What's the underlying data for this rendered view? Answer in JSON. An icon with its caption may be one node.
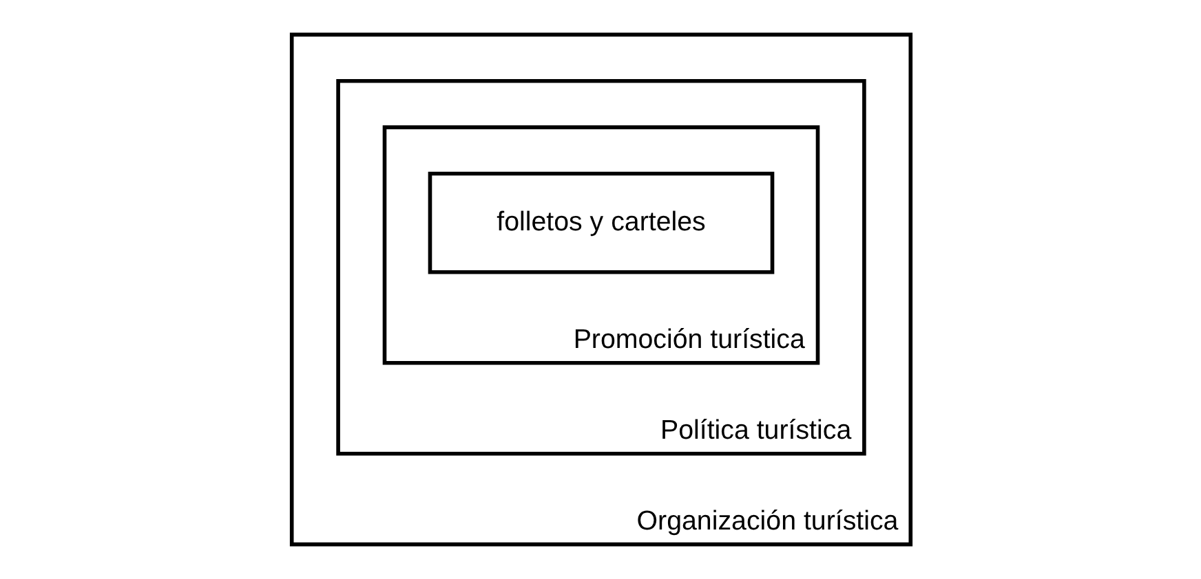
{
  "diagram": {
    "nodes": [
      {
        "text": [
          "Organización turística"
        ]
      },
      {
        "text": [
          "Política turística"
        ],
        "in": 0
      },
      {
        "text": [
          "Promoción turística"
        ],
        "in": 1
      },
      {
        "text": [
          "folletos y carteles"
        ],
        "in": 2
      }
    ],
    "edges": []
  }
}
